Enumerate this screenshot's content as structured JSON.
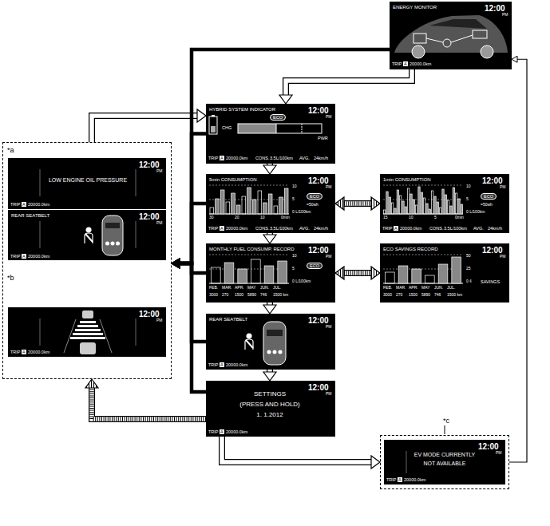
{
  "diagram": {
    "nodes": [
      {
        "text": [
          "ENERGY MONITOR",
          "12:00",
          "PM",
          "TRIP",
          "A",
          "20000.0km"
        ]
      },
      {
        "text": [
          "HYBRID SYSTEM INDICATOR",
          "ECO",
          "CHG",
          "PWR",
          "12:00",
          "PM",
          "TRIP",
          "A",
          "20000.0km",
          "CONS.",
          "3.5L/100km",
          "AVG.",
          "24km/h"
        ]
      },
      {
        "text": [
          "5min CONSUMPTION",
          "10",
          "5",
          "0 L/100km",
          "30",
          "20",
          "10",
          "0min",
          "ECO",
          "=50wh",
          "12:00",
          "PM",
          "TRIP",
          "A",
          "20000.0km",
          "CONS.",
          "3.5L/100km",
          "AVG.",
          "24km/h"
        ]
      },
      {
        "text": [
          "1min CONSUMPTION",
          "10",
          "5",
          "0 L/100km",
          "15",
          "10",
          "5",
          "0min",
          "ECO",
          "=50wh",
          "12:00",
          "PM",
          "TRIP",
          "A",
          "20000.0km",
          "CONS.",
          "3.5L/100km",
          "AVG.",
          "24km/h"
        ]
      },
      {
        "text": [
          "MONTHLY FUEL CONSUMP. RECORD",
          "10",
          "5",
          "0 L/100km",
          "ECO",
          "FEB.",
          "MAR.",
          "APR.",
          "MAY",
          "JUN.",
          "JUL.",
          "3000",
          "270",
          "1500",
          "5890",
          "746",
          "1500 km",
          "12:00",
          "PM"
        ]
      },
      {
        "text": [
          "ECO SAVINGS RECORD",
          "50",
          "25",
          "0 ¢",
          "SAVINGS",
          "FEB.",
          "MAR.",
          "APR.",
          "MAY",
          "JUN.",
          "JUL.",
          "3000",
          "270",
          "1500",
          "5890",
          "746",
          "1500 km",
          "12:00",
          "PM"
        ]
      },
      {
        "text": [
          "REAR SEATBELT",
          "12:00",
          "PM",
          "TRIP",
          "A",
          "20000.0km"
        ]
      },
      {
        "text": [
          "SETTINGS",
          "(PRESS AND HOLD)",
          "1. 1.2012",
          "12:00",
          "PM",
          "TRIP",
          "A",
          "20000.0km"
        ]
      },
      {
        "text": [
          "*a",
          "*b"
        ]
      },
      {
        "text": [
          "LOW ENGINE OIL PRESSURE",
          "12:00",
          "PM",
          "TRIP",
          "A",
          "20000.0km"
        ],
        "in": 8
      },
      {
        "text": [
          "REAR SEATBELT",
          "12:00",
          "PM",
          "TRIP",
          "A",
          "20000.0km"
        ],
        "in": 8
      },
      {
        "text": [
          "12:00",
          "PM",
          "TRIP",
          "A",
          "20000.0km"
        ],
        "in": 8
      },
      {
        "text": [
          "*c"
        ]
      },
      {
        "text": [
          "EV MODE CURRENTLY NOT AVAILABLE",
          "12:00",
          "PM",
          "TRIP",
          "A",
          "20000.0km"
        ],
        "in": 12
      }
    ],
    "edges": [
      {
        "from": 0,
        "to": 1,
        "arrow": "to"
      },
      {
        "from": 1,
        "to": 2,
        "arrow": "to"
      },
      {
        "from": 2,
        "to": 3,
        "arrow": "both"
      },
      {
        "from": 2,
        "to": 4,
        "arrow": "to"
      },
      {
        "from": 4,
        "to": 5,
        "arrow": "both"
      },
      {
        "from": 4,
        "to": 6,
        "arrow": "to"
      },
      {
        "from": 6,
        "to": 7,
        "arrow": "to"
      },
      {
        "from": 7,
        "to": 12,
        "arrow": "to"
      },
      {
        "from": 12,
        "to": 0,
        "arrow": "to"
      },
      {
        "from": 8,
        "to": 1,
        "arrow": "to"
      },
      {
        "from": 0,
        "to": 8,
        "arrow": "to"
      },
      {
        "from": 1,
        "to": 8,
        "arrow": "to"
      },
      {
        "from": 2,
        "to": 8,
        "arrow": "to"
      },
      {
        "from": 4,
        "to": 8,
        "arrow": "to"
      },
      {
        "from": 6,
        "to": 8,
        "arrow": "to"
      },
      {
        "from": 7,
        "to": 8,
        "arrow": "to"
      },
      {
        "from": 7,
        "to": 8,
        "arrow": "to"
      }
    ]
  }
}
